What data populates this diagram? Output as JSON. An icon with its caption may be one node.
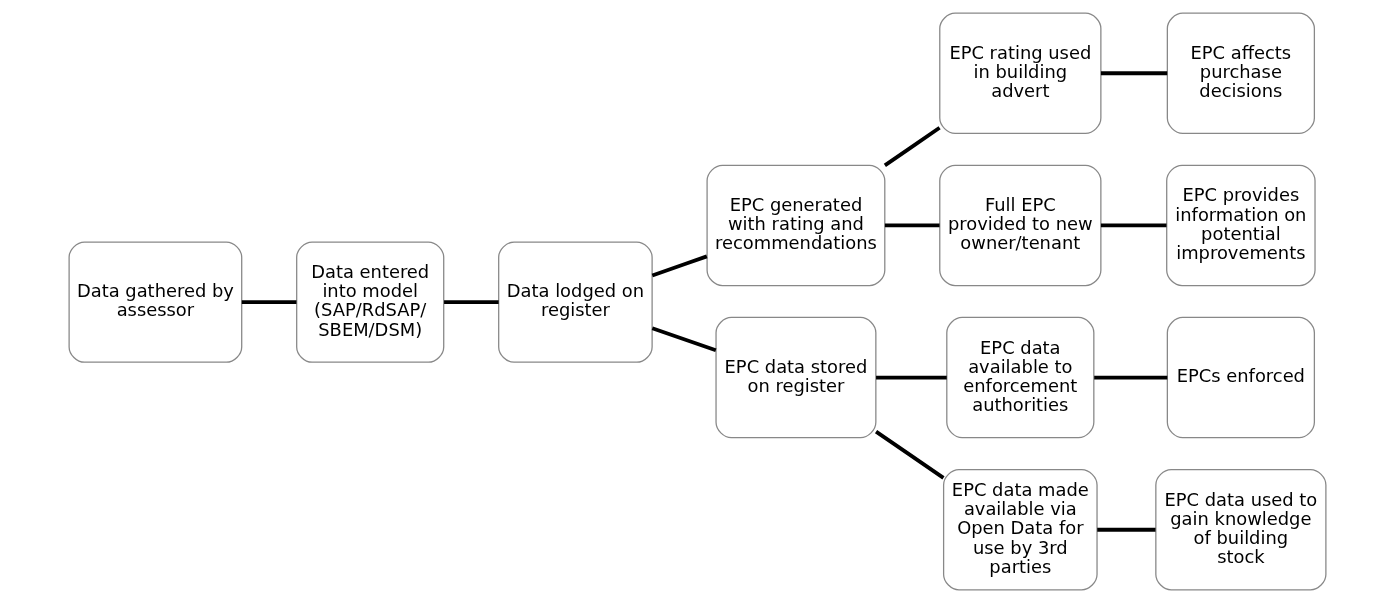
{
  "diagram": {
    "nodes": [
      {
        "text": [
          "Data gathered by assessor"
        ]
      },
      {
        "text": [
          "Data entered into model (SAP/RdSAP/ SBEM/DSM)"
        ]
      },
      {
        "text": [
          "Data lodged on register"
        ]
      },
      {
        "text": [
          "EPC generated with rating and recommendations"
        ]
      },
      {
        "text": [
          "EPC data stored on register"
        ]
      },
      {
        "text": [
          "EPC rating used in building advert"
        ]
      },
      {
        "text": [
          "Full EPC provided to new owner/tenant"
        ]
      },
      {
        "text": [
          "EPC data available to enforcement authorities"
        ]
      },
      {
        "text": [
          "EPC data made available via Open Data for use by 3rd parties"
        ]
      },
      {
        "text": [
          "EPC affects purchase decisions"
        ]
      },
      {
        "text": [
          "EPC provides information on potential improvements"
        ]
      },
      {
        "text": [
          "EPCs enforced"
        ]
      },
      {
        "text": [
          "EPC data used to gain knowledge of building stock"
        ]
      }
    ],
    "edges": [
      {
        "from": 0,
        "to": 1,
        "arrow": "none"
      },
      {
        "from": 1,
        "to": 2,
        "arrow": "none"
      },
      {
        "from": 2,
        "to": 3,
        "arrow": "none"
      },
      {
        "from": 2,
        "to": 4,
        "arrow": "none"
      },
      {
        "from": 3,
        "to": 5,
        "arrow": "none"
      },
      {
        "from": 3,
        "to": 6,
        "arrow": "none"
      },
      {
        "from": 4,
        "to": 7,
        "arrow": "none"
      },
      {
        "from": 4,
        "to": 8,
        "arrow": "none"
      },
      {
        "from": 5,
        "to": 9,
        "arrow": "none"
      },
      {
        "from": 6,
        "to": 10,
        "arrow": "none"
      },
      {
        "from": 7,
        "to": 11,
        "arrow": "none"
      },
      {
        "from": 8,
        "to": 12,
        "arrow": "none"
      }
    ]
  }
}
